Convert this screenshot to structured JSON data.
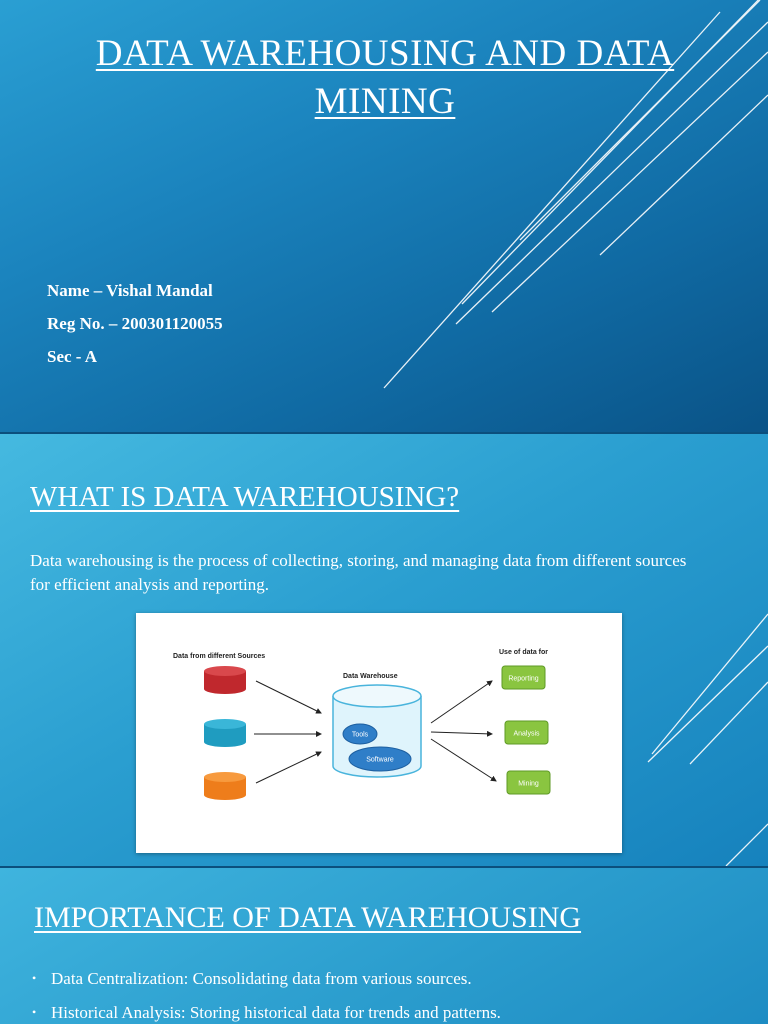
{
  "slide1": {
    "title": "DATA WAREHOUSING AND DATA MINING",
    "name": "Name – Vishal Mandal",
    "reg_no": "Reg No. – 200301120055",
    "section": "Sec - A"
  },
  "slide2": {
    "heading": "WHAT IS DATA WAREHOUSING?",
    "description": "Data warehousing is the process of collecting, storing, and managing data from different sources for efficient analysis and reporting.",
    "diagram": {
      "sources_label": "Data from different Sources",
      "warehouse_label": "Data Warehouse",
      "uses_label": "Use of data for",
      "tools": "Tools",
      "software": "Software",
      "uses": [
        "Reporting",
        "Analysis",
        "Mining"
      ],
      "colors": {
        "source_red": "#c0282d",
        "source_teal": "#1f9cc0",
        "source_orange": "#ee7d1b",
        "warehouse_fill": "#dff4fc",
        "warehouse_stroke": "#49b4dc",
        "ellipse_blue": "#2f7ec8",
        "use_green": "#8ac540"
      }
    }
  },
  "slide3": {
    "heading": "IMPORTANCE OF DATA WAREHOUSING",
    "bullets": [
      "Data Centralization: Consolidating data from various sources.",
      "Historical Analysis: Storing historical data for trends and patterns."
    ]
  }
}
